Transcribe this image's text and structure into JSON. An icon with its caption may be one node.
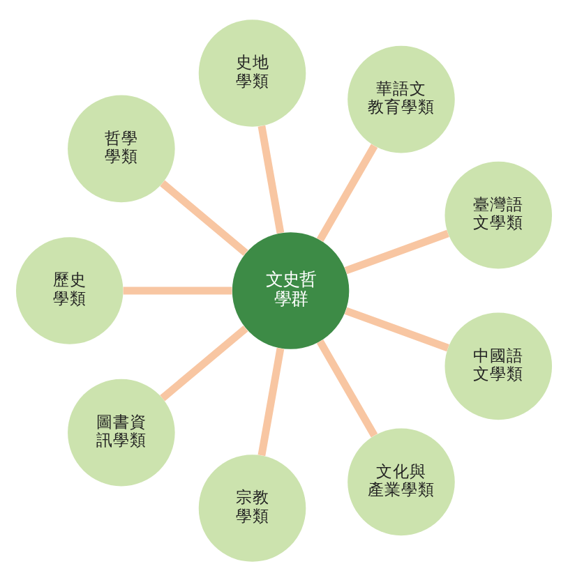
{
  "diagram": {
    "nodes": [
      {
        "text": [
          "文史哲學群"
        ]
      },
      {
        "text": [
          "史地學類"
        ]
      },
      {
        "text": [
          "華語文教育學類"
        ]
      },
      {
        "text": [
          "臺灣語文學類"
        ]
      },
      {
        "text": [
          "中國語文學類"
        ]
      },
      {
        "text": [
          "文化與產業學類"
        ]
      },
      {
        "text": [
          "宗教學類"
        ]
      },
      {
        "text": [
          "圖書資訊學類"
        ]
      },
      {
        "text": [
          "歷史學類"
        ]
      },
      {
        "text": [
          "哲學學類"
        ]
      }
    ],
    "edges": [
      {
        "from": 0,
        "to": 1,
        "arrow": "none"
      },
      {
        "from": 0,
        "to": 2,
        "arrow": "none"
      },
      {
        "from": 0,
        "to": 3,
        "arrow": "none"
      },
      {
        "from": 0,
        "to": 4,
        "arrow": "none"
      },
      {
        "from": 0,
        "to": 5,
        "arrow": "none"
      },
      {
        "from": 0,
        "to": 6,
        "arrow": "none"
      },
      {
        "from": 0,
        "to": 7,
        "arrow": "none"
      },
      {
        "from": 0,
        "to": 8,
        "arrow": "none"
      },
      {
        "from": 0,
        "to": 9,
        "arrow": "none"
      }
    ]
  }
}
